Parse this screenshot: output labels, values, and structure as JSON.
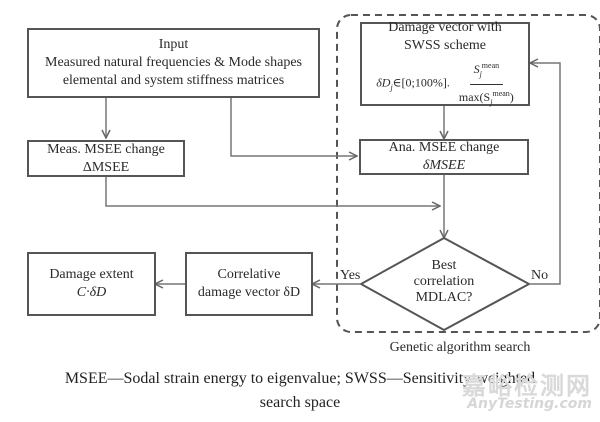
{
  "nodes": {
    "input": {
      "title": "Input",
      "line1": "Measured natural frequencies & Mode shapes",
      "line2": "elemental and system stiffness matrices"
    },
    "damage_vector": {
      "line1": "Damage vector with",
      "line2": "SWSS scheme",
      "formula_lhs": "δD",
      "formula_sub": "j",
      "formula_range": "∈[0;100%].",
      "frac_num": "S",
      "frac_num_sub": "j",
      "frac_num_sup": "mean",
      "frac_den": "max(S",
      "frac_den_sub": "j",
      "frac_den_sup": "mean",
      "frac_den_close": ")"
    },
    "meas_msee": {
      "line1": "Meas. MSEE change",
      "line2": "ΔMSEE"
    },
    "ana_msee": {
      "line1": "Ana. MSEE change",
      "line2": "δMSEE"
    },
    "decision": {
      "line1": "Best",
      "line2": "correlation",
      "line3": "MDLAC?"
    },
    "correlative": {
      "line1": "Correlative",
      "line2": "damage vector δD"
    },
    "damage_extent": {
      "line1": "Damage extent",
      "line2": "C·δD"
    }
  },
  "edge_labels": {
    "yes": "Yes",
    "no": "No"
  },
  "group_label": "Genetic algorithm search",
  "caption": {
    "line1": "MSEE—Sodal strain energy to eigenvalue; SWSS—Sensitivity-weighted",
    "line2": "search space"
  },
  "watermark": {
    "cn": "嘉峪检测网",
    "en": "AnyTesting.com"
  },
  "colors": {
    "stroke": "#555555",
    "dashed": "#555555",
    "background": "#ffffff"
  }
}
